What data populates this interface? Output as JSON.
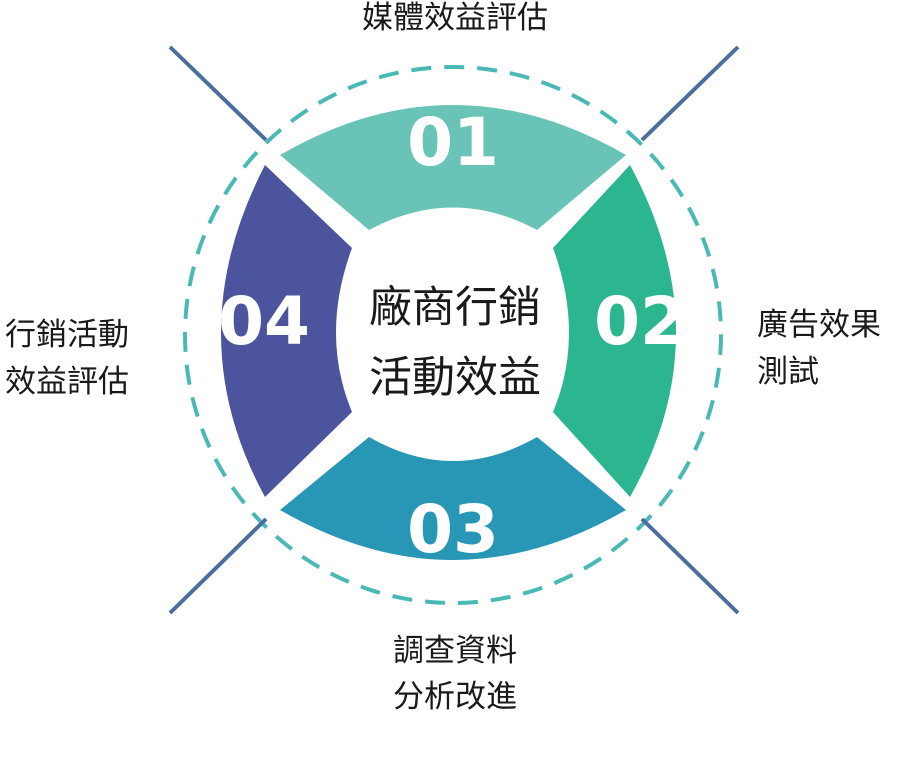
{
  "center": {
    "line1": "廠商行銷",
    "line2": "活動效益"
  },
  "segments": [
    {
      "number": "01",
      "label": [
        "媒體效益評估"
      ],
      "color": "#69c3b7"
    },
    {
      "number": "02",
      "label": [
        "廣告效果",
        "測試"
      ],
      "color": "#2bb68f"
    },
    {
      "number": "03",
      "label": [
        "調查資料",
        "分析改進"
      ],
      "color": "#2797b5"
    },
    {
      "number": "04",
      "label": [
        "行銷活動",
        "效益評估"
      ],
      "color": "#4b549c"
    }
  ],
  "colors": {
    "dashed_ring": "#49b9b5",
    "diagonal_lines": "#4a6f9c"
  }
}
